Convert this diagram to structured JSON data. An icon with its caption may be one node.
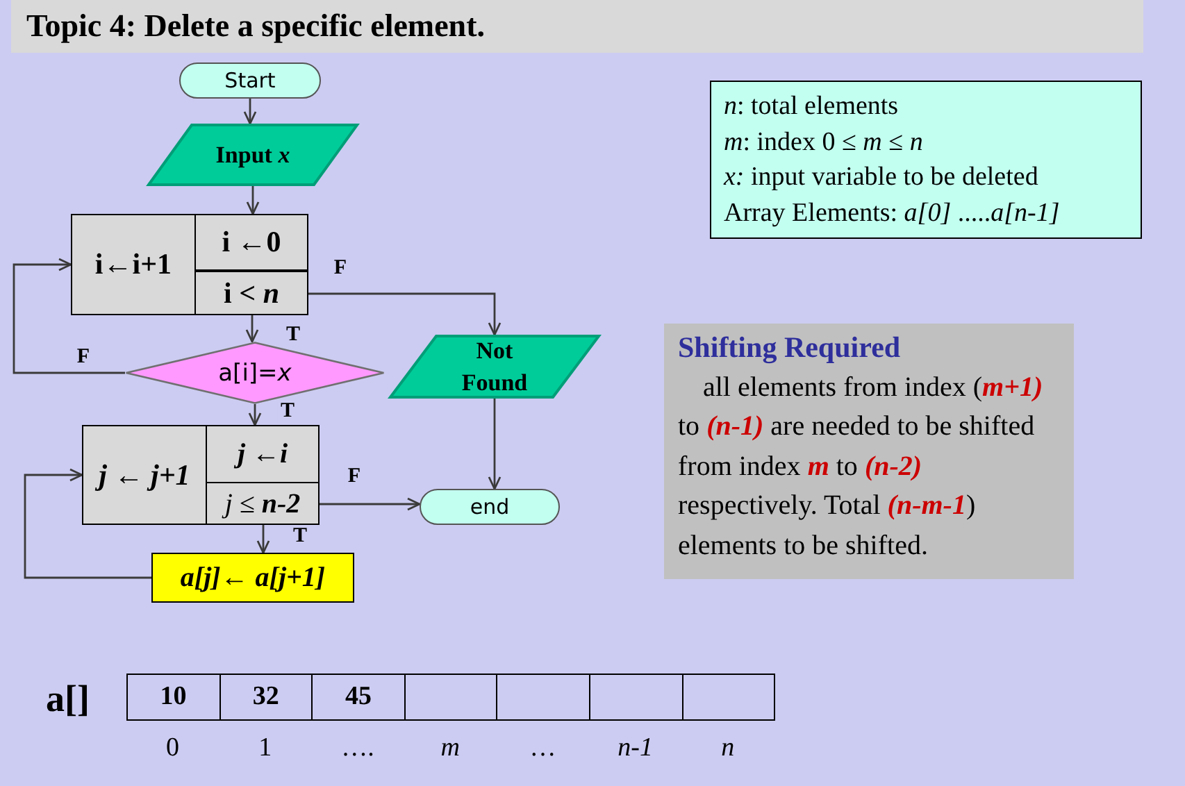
{
  "diagram": {
    "title": "Topic 4: Delete a specific element.",
    "nodes": [
      {
        "text": [
          "Start"
        ]
      },
      {
        "text": [
          "Input *x*"
        ]
      },
      {
        "text": [
          "i←i+1"
        ]
      },
      {
        "text": [
          "i ←0"
        ]
      },
      {
        "text": [
          "i < *n*"
        ]
      },
      {
        "text": [
          "a[i]=*x*"
        ]
      },
      {
        "text": [
          "Not Found"
        ]
      },
      {
        "text": [
          "j ← j+1"
        ]
      },
      {
        "text": [
          "j ←i"
        ]
      },
      {
        "text": [
          "j ≤ **n-2**"
        ]
      },
      {
        "text": [
          "end"
        ]
      },
      {
        "text": [
          "a[j]← a[j+1]"
        ]
      },
      {
        "text": [
          "*n*: total elements",
          "*m*: index 0 ≤ *m* ≤ *n*",
          "*x:* input variable to be deleted",
          "Array Elements: *a[0]* .....*a[n-1]*"
        ]
      },
      {
        "text": [
          "Shifting Required",
          "all elements from index (*m+1)* to *(n-1)* are needed to be shifted from index *m* to *(n-2)* respectively. Total *(n-m-1*) elements to be shifted."
        ]
      }
    ],
    "edges": [
      {
        "from": 0,
        "to": 1,
        "arrow": "to"
      },
      {
        "from": 1,
        "to": 3,
        "arrow": "to"
      },
      {
        "from": 4,
        "to": 5,
        "arrow": "to",
        "label": "T"
      },
      {
        "from": 4,
        "to": 6,
        "arrow": "to",
        "label": "F"
      },
      {
        "from": 5,
        "to": 2,
        "arrow": "to",
        "label": "F"
      },
      {
        "from": 5,
        "to": 8,
        "arrow": "to",
        "label": "T"
      },
      {
        "from": 9,
        "to": 11,
        "arrow": "to",
        "label": "T"
      },
      {
        "from": 9,
        "to": 10,
        "arrow": "to",
        "label": "F"
      },
      {
        "from": 11,
        "to": 7,
        "arrow": "to"
      },
      {
        "from": 6,
        "to": 10,
        "arrow": "to"
      }
    ],
    "labels": [
      "a[]",
      "10",
      "32",
      "45",
      "0",
      "1",
      "….",
      "m",
      "…",
      "n-1",
      "n"
    ]
  }
}
